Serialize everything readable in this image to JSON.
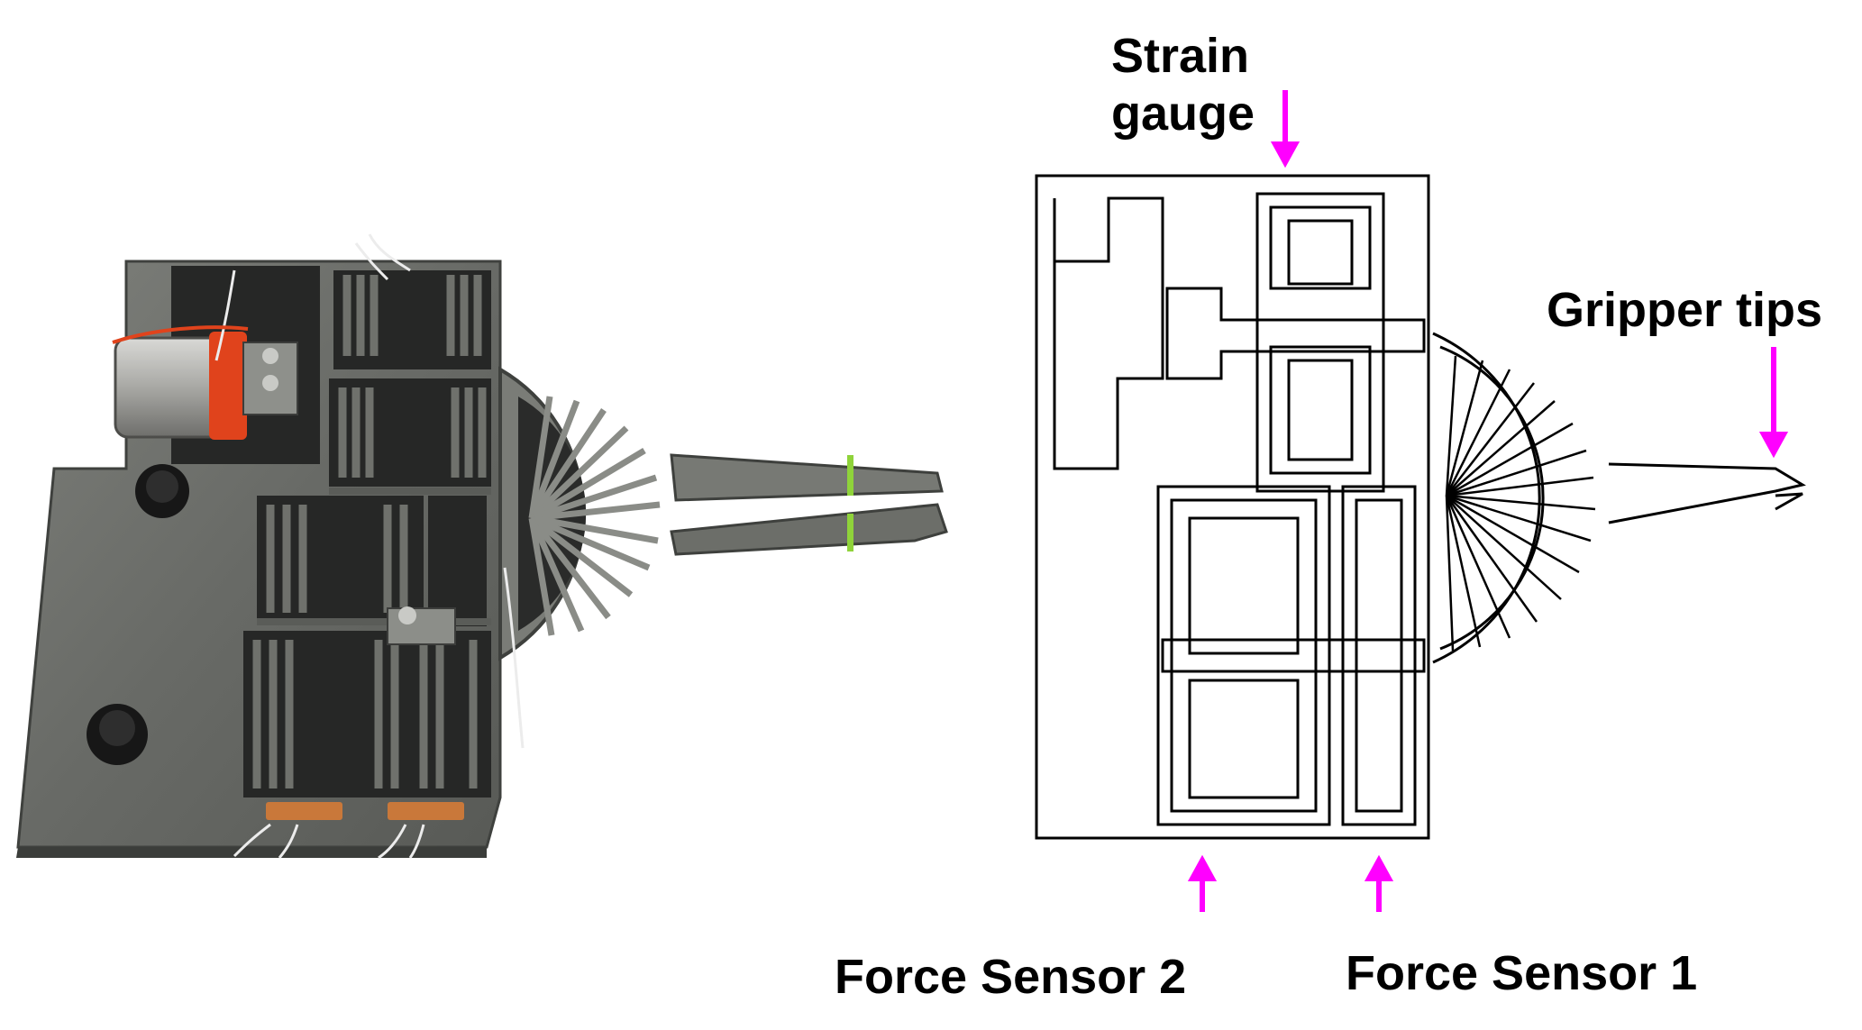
{
  "figure": {
    "labels": {
      "strain_gauge_line1": "Strain",
      "strain_gauge_line2": "gauge",
      "gripper_tips": "Gripper tips",
      "force_sensor_2": "Force Sensor 2",
      "force_sensor_1": "Force Sensor 1"
    },
    "colors": {
      "arrow": "#ff00ff",
      "steel_dark": "#4a4c49",
      "steel_mid": "#6d6f6b",
      "steel_light": "#8c8e89",
      "coil": "#e0431c",
      "cable": "#e8e8e8",
      "copper_pad": "#c9783a",
      "marker_band": "#8fd33a",
      "ink": "#000000"
    }
  }
}
